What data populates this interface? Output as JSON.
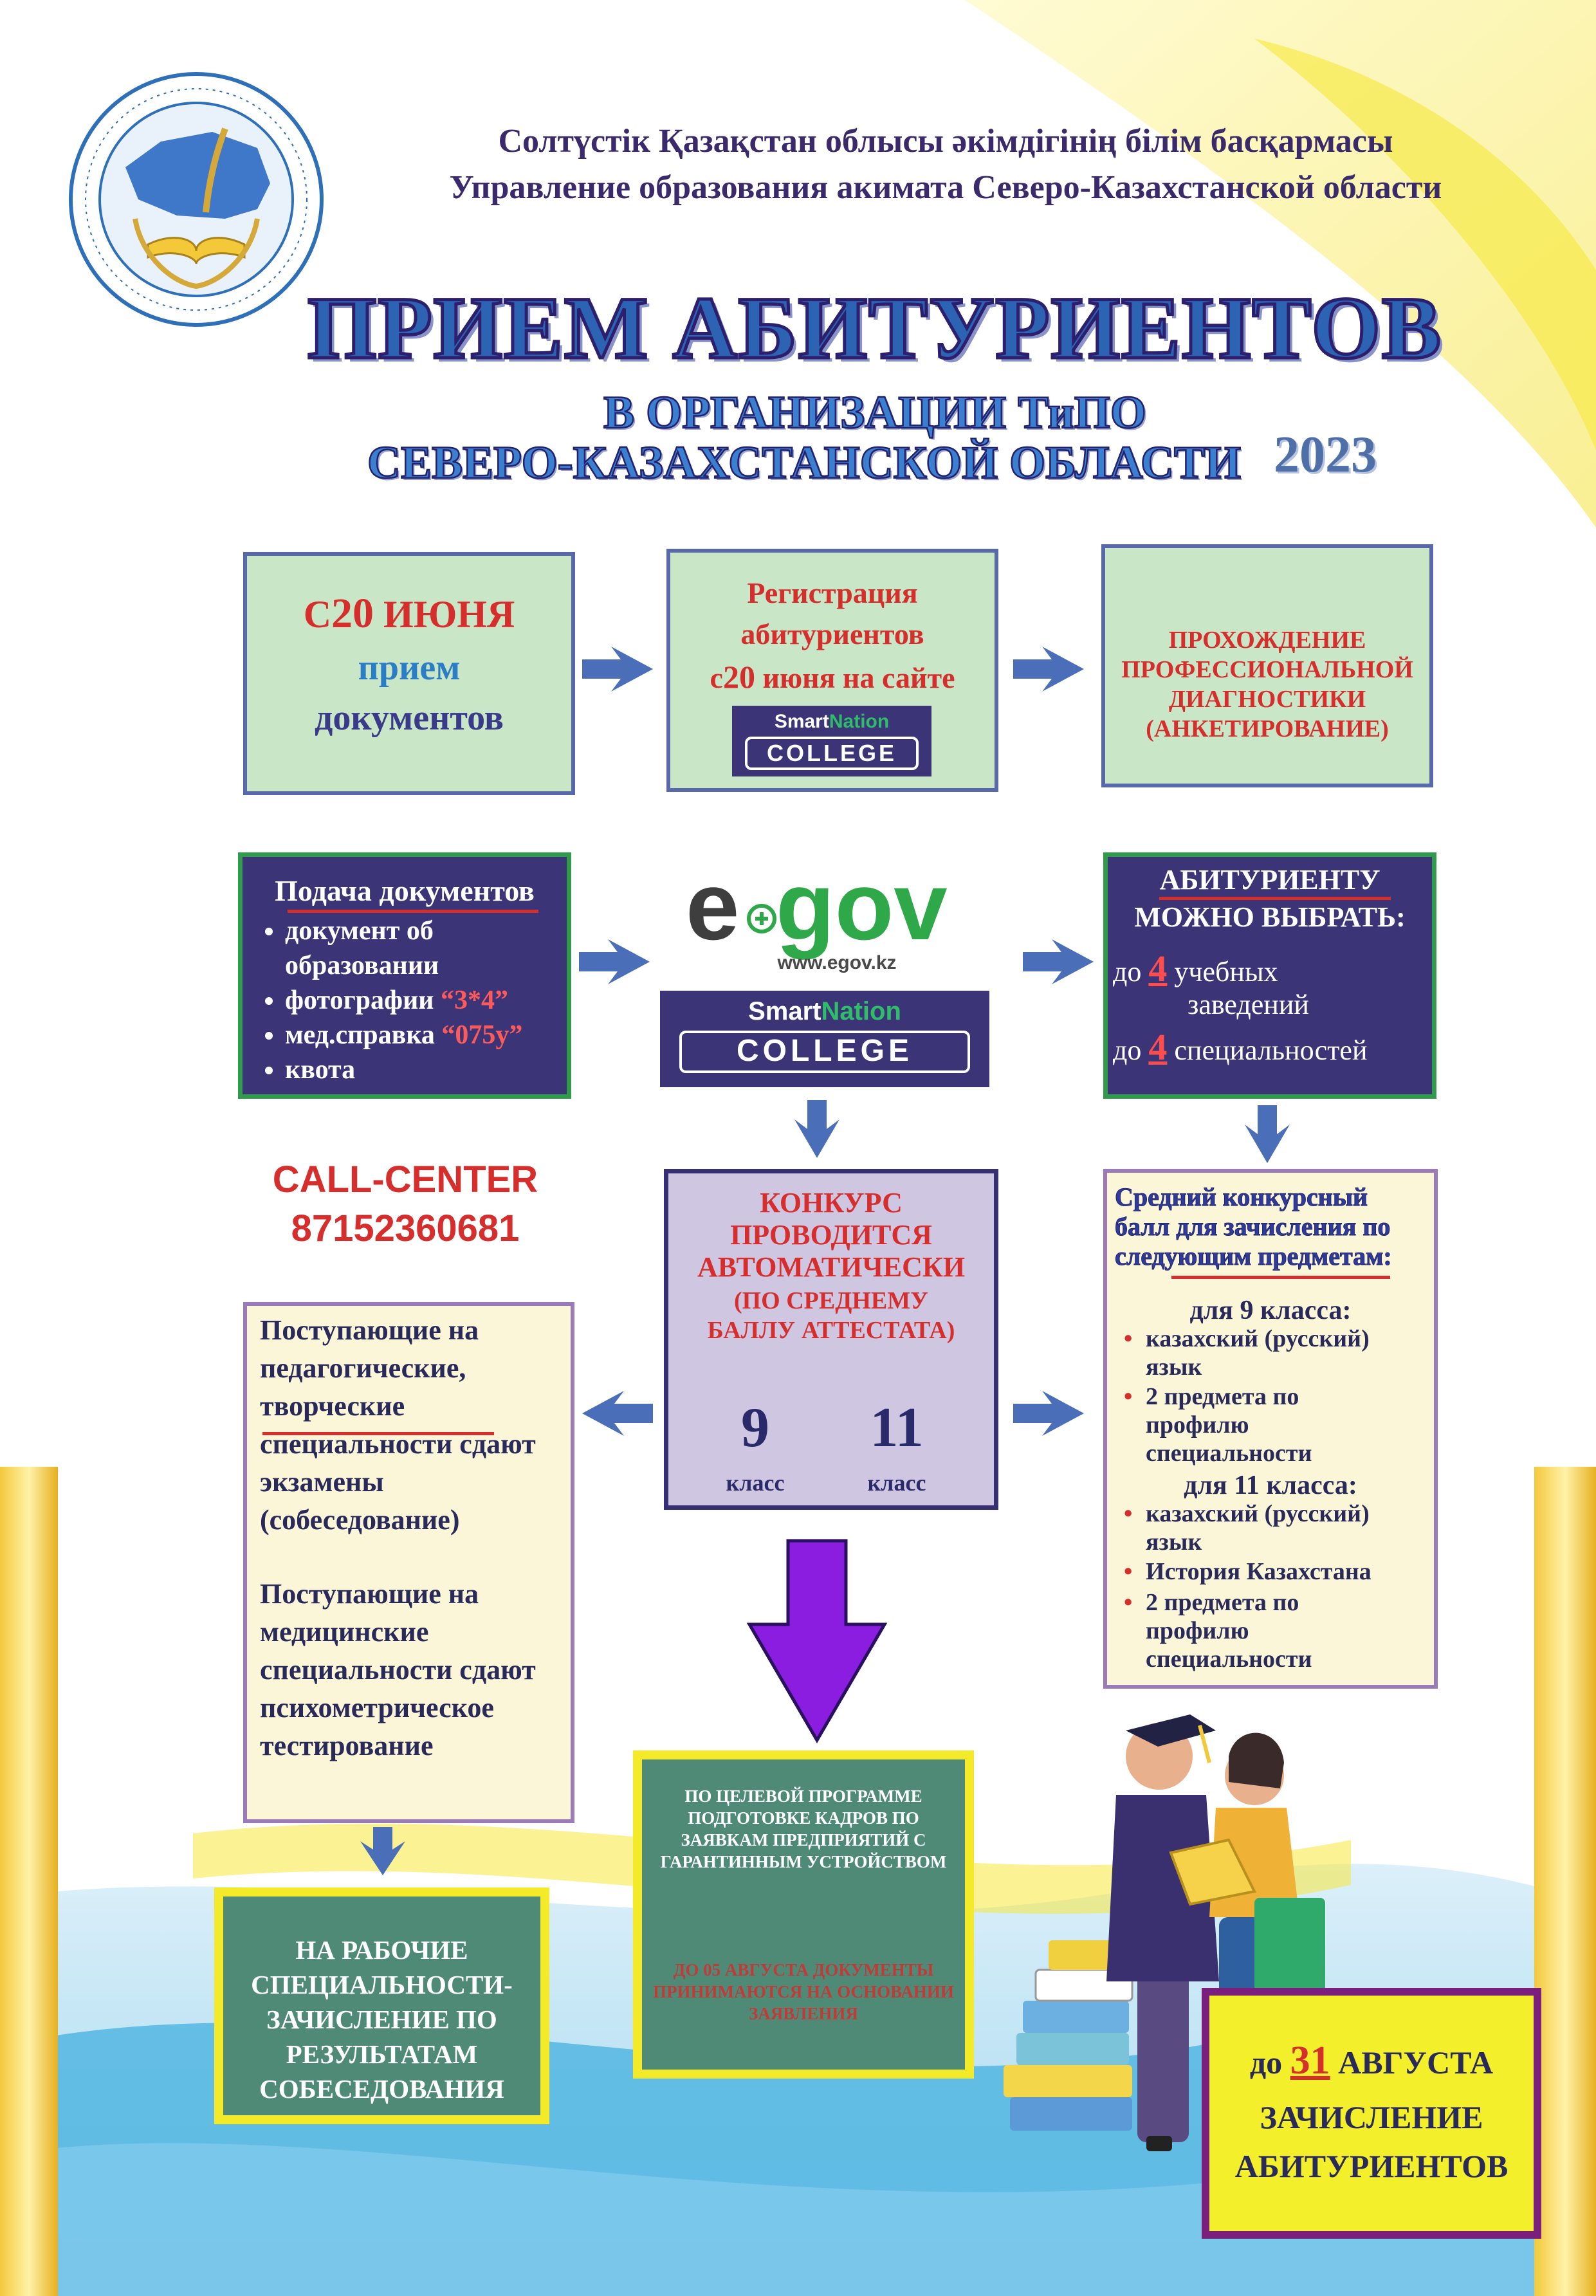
{
  "header": {
    "line_kk": "Солтүстік Қазақстан облысы әкімдігінің білім басқармасы",
    "line_ru": "Управление образования акимата Северо-Казахстанской области"
  },
  "title": {
    "main": "ПРИЕМ АБИТУРИЕНТОВ",
    "sub1": "В ОРГАНИЗАЦИИ ТиПО",
    "sub2": "СЕВЕРО-КАЗАХСТАНСКОЙ ОБЛАСТИ",
    "year": "2023"
  },
  "logo": {
    "icon": "education-department-seal-icon"
  },
  "step1": {
    "prefix": "С",
    "day": "20",
    "month": " ИЮНЯ",
    "line2": "прием",
    "line3": "документов"
  },
  "step2": {
    "line1": "Регистрация",
    "line2": "абитуриентов",
    "line3_prefix": "с",
    "line3_day": "20",
    "line3_rest": " июня на сайте"
  },
  "smartnation": {
    "word1": "Smart",
    "word2": "Nation",
    "college": "COLLEGE"
  },
  "step3": {
    "line1": "ПРОХОЖДЕНИЕ",
    "line2": "ПРОФЕССИОНАЛЬНОЙ",
    "line3": "ДИАГНОСТИКИ",
    "line4": "(АНКЕТИРОВАНИЕ)"
  },
  "documents": {
    "title": "Подача документов",
    "items": [
      {
        "text": "документ об образовании",
        "extra": ""
      },
      {
        "text": "фотографии ",
        "extra": "“3*4”"
      },
      {
        "text": "мед.справка ",
        "extra": "“075у”"
      },
      {
        "text": "квота",
        "extra": ""
      }
    ]
  },
  "egov": {
    "logo_e": "e",
    "logo_gov": "gov",
    "url": "www.egov.kz"
  },
  "choice": {
    "title1": "АБИТУРИЕНТУ",
    "title2": "МОЖНО ВЫБРАТЬ:",
    "row1_prefix": "до ",
    "row1_num": "4",
    "row1_text": " учебных",
    "row1_cont": "заведений",
    "row2_prefix": "до ",
    "row2_num": "4",
    "row2_text": " специальностей"
  },
  "call_center": {
    "label": "CALL-CENTER",
    "phone": "87152360681"
  },
  "contest": {
    "line1": "КОНКУРС",
    "line2": "ПРОВОДИТСЯ",
    "line3": "АВТОМАТИЧЕСКИ",
    "line4": "(ПО СРЕДНЕМУ",
    "line5": "БАЛЛУ АТТЕСТАТА)",
    "grade_a": "9",
    "grade_b": "11",
    "grade_label": "класс"
  },
  "avg_score": {
    "h1": "Средний конкурсный",
    "h2": "балл для зачисления по",
    "h3": "следующим предметам:",
    "g9": "для 9 класса:",
    "g9_items": [
      "казахский (русский) язык",
      "2 предмета по профилю специальности"
    ],
    "g11": "для 11 класса:",
    "g11_items": [
      "казахский (русский) язык",
      "История Казахстана",
      "2 предмета по профилю специальности"
    ]
  },
  "exams": {
    "p1": "Поступающие на педагогические, творческие специальности сдают экзамены (собеседование)",
    "p2": "Поступающие на медицинские специальности сдают психометрическое тестирование"
  },
  "working": {
    "text": "НА РАБОЧИЕ СПЕЦИАЛЬНОСТИ- ЗАЧИСЛЕНИЕ ПО РЕЗУЛЬТАТАМ СОБЕСЕДОВАНИЯ"
  },
  "target": {
    "text1": "ПО ЦЕЛЕВОЙ ПРОГРАММЕ ПОДГОТОВКЕ КАДРОВ ПО ЗАЯВКАМ ПРЕДПРИЯТИЙ С ГАРАНТИННЫМ УСТРОЙСТВОМ",
    "text2": "ДО 05 АВГУСТА ДОКУМЕНТЫ ПРИНИМАЮТСЯ НА ОСНОВАНИИ ЗАЯВЛЕНИЯ"
  },
  "deadline": {
    "prefix": "до ",
    "day": "31",
    "month": " АВГУСТА",
    "line2": "ЗАЧИСЛЕНИЕ",
    "line3": "АБИТУРИЕНТОВ"
  },
  "illustration": {
    "icon": "students-with-books-icon"
  },
  "colors": {
    "navy": "#3b3578",
    "green_border": "#2f9b4b",
    "red": "#d62d2d",
    "blue": "#2d63b3",
    "yellow": "#f3ea2a",
    "purple": "#7b1f7d",
    "arrow_violet": "#8a1de0"
  }
}
